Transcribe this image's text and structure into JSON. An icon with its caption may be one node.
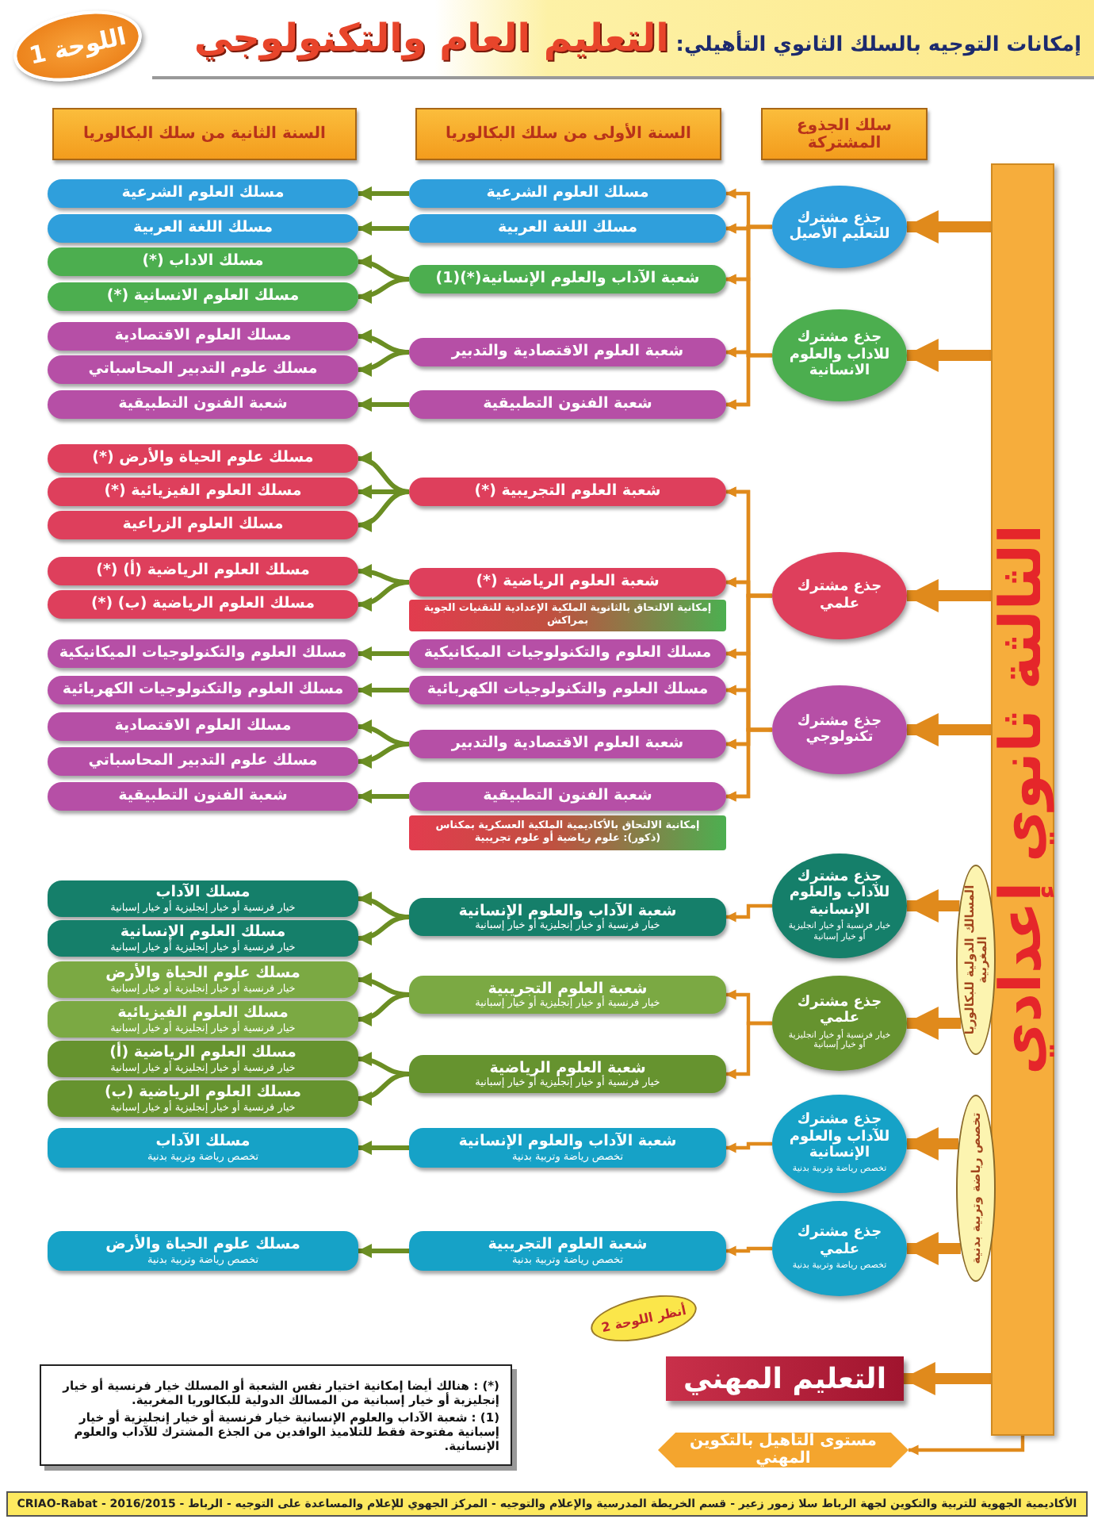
{
  "diagram": {
    "title": "إمكانات التوجيه بالسلك الثانوي التأهيلي: **التعليم العام والتكنولوجي**",
    "nodes": [
      {
        "text": [
          "سلك الجذوع المشتركة"
        ]
      },
      {
        "text": [
          "السنة الأولى من سلك البكالوريا"
        ]
      },
      {
        "text": [
          "السنة الثانية من سلك البكالوريا"
        ]
      },
      {
        "text": [
          "اللوحة 1"
        ]
      },
      {
        "text": [
          "الثالثة ثانوي إعدادي"
        ]
      },
      {
        "text": [
          "جذع مشترك للتعليم الأصيل"
        ]
      },
      {
        "text": [
          "جذع مشترك للاداب والعلوم الانسانية"
        ]
      },
      {
        "text": [
          "جذع مشترك علمي"
        ]
      },
      {
        "text": [
          "جذع مشترك تكنولوجي"
        ]
      },
      {
        "text": [
          "جذع مشترك للآداب والعلوم الإنسانية",
          "خيار فرنسية أو خيار انجليزية أو خيار إسبانية"
        ]
      },
      {
        "text": [
          "جذع مشترك علمي",
          "خيار فرنسية أو خيار انجليزية أو خيار إسبانية"
        ]
      },
      {
        "text": [
          "جذع مشترك للآداب والعلوم الإنسانية",
          "تخصص رياضة وتربية بدنية"
        ]
      },
      {
        "text": [
          "جذع مشترك علمي",
          "تخصص رياضة وتربية بدنية"
        ]
      },
      {
        "text": [
          "المسالك الدولية للبكالوريا المغربية"
        ]
      },
      {
        "text": [
          "تخصص رياضة وتربية بدنية"
        ]
      },
      {
        "text": [
          "مسلك العلوم الشرعية"
        ]
      },
      {
        "text": [
          "مسلك العلوم الشرعية"
        ]
      },
      {
        "text": [
          "مسلك اللغة العربية"
        ]
      },
      {
        "text": [
          "مسلك اللغة العربية"
        ]
      },
      {
        "text": [
          "شعبة الآداب والعلوم الإنسانية(*)(1)"
        ]
      },
      {
        "text": [
          "مسلك الاداب (*)"
        ]
      },
      {
        "text": [
          "مسلك العلوم الانسانية (*)"
        ]
      },
      {
        "text": [
          "شعبة العلوم الاقتصادية والتدبير"
        ]
      },
      {
        "text": [
          "مسلك العلوم الاقتصادية"
        ]
      },
      {
        "text": [
          "مسلك علوم التدبير المحاسباتي"
        ]
      },
      {
        "text": [
          "شعبة الفنون التطبيقية"
        ]
      },
      {
        "text": [
          "شعبة الفنون التطبيقية"
        ]
      },
      {
        "text": [
          "شعبة العلوم التجريبية (*)"
        ]
      },
      {
        "text": [
          "مسلك علوم الحياة والأرض (*)"
        ]
      },
      {
        "text": [
          "مسلك العلوم الفيزيائية (*)"
        ]
      },
      {
        "text": [
          "مسلك العلوم الزراعية"
        ]
      },
      {
        "text": [
          "شعبة العلوم الرياضية (*)"
        ]
      },
      {
        "text": [
          "مسلك العلوم الرياضية (أ) (*)"
        ]
      },
      {
        "text": [
          "مسلك العلوم الرياضية (ب) (*)"
        ]
      },
      {
        "text": [
          "إمكانية الالتحاق بالثانوية الملكية الإعدادية للتقنيات الجوية بمراكش"
        ]
      },
      {
        "text": [
          "مسلك العلوم والتكنولوجيات الميكانيكية"
        ]
      },
      {
        "text": [
          "مسلك العلوم والتكنولوجيات الميكانيكية"
        ]
      },
      {
        "text": [
          "مسلك العلوم والتكنولوجيات الكهربائية"
        ]
      },
      {
        "text": [
          "مسلك العلوم والتكنولوجيات الكهربائية"
        ]
      },
      {
        "text": [
          "شعبة العلوم الاقتصادية والتدبير"
        ]
      },
      {
        "text": [
          "مسلك العلوم الاقتصادية"
        ]
      },
      {
        "text": [
          "مسلك علوم التدبير المحاسباتي"
        ]
      },
      {
        "text": [
          "شعبة الفنون التطبيقية"
        ]
      },
      {
        "text": [
          "شعبة الفنون التطبيقية"
        ]
      },
      {
        "text": [
          "إمكانية الالتحاق بالأكاديمية الملكية العسكرية بمكناس (ذكور): علوم رياضية أو علوم تجريبية"
        ]
      },
      {
        "text": [
          "شعبة الآداب والعلوم الإنسانية",
          "خيار فرنسية أو خيار إنجليزية أو خيار إسبانية"
        ]
      },
      {
        "text": [
          "مسلك الآداب",
          "خيار فرنسية أو خيار إنجليزية أو خيار إسبانية"
        ]
      },
      {
        "text": [
          "مسلك العلوم الإنسانية",
          "خيار فرنسية أو خيار إنجليزية أو خيار إسبانية"
        ]
      },
      {
        "text": [
          "شعبة العلوم التجريبية",
          "خيار فرنسية أو خيار إنجليزية أو خيار إسبانية"
        ]
      },
      {
        "text": [
          "مسلك علوم الحياة والأرض",
          "خيار فرنسية أو خيار إنجليزية أو خيار إسبانية"
        ]
      },
      {
        "text": [
          "مسلك العلوم الفيزيائية",
          "خيار فرنسية أو خيار إنجليزية أو خيار إسبانية"
        ]
      },
      {
        "text": [
          "شعبة العلوم الرياضية",
          "خيار فرنسية أو خيار إنجليزية أو خيار إسبانية"
        ]
      },
      {
        "text": [
          "مسلك العلوم الرياضية (أ)",
          "خيار فرنسية أو خيار إنجليزية أو خيار إسبانية"
        ]
      },
      {
        "text": [
          "مسلك العلوم الرياضية (ب)",
          "خيار فرنسية أو خيار إنجليزية أو خيار إسبانية"
        ]
      },
      {
        "text": [
          "شعبة الآداب والعلوم الإنسانية",
          "تخصص رياضة وتربية بدنية"
        ]
      },
      {
        "text": [
          "مسلك الآداب",
          "تخصص رياضة وتربية بدنية"
        ]
      },
      {
        "text": [
          "شعبة العلوم التجريبية",
          "تخصص رياضة وتربية بدنية"
        ]
      },
      {
        "text": [
          "مسلك علوم الحياة والأرض",
          "تخصص رياضة وتربية بدنية"
        ]
      },
      {
        "text": [
          "(*) : هنالك أيضا إمكانية اختيار نفس الشعبة أو المسلك خيار فرنسية أو خيار إنجليزية أو خيار إسبانية من المسالك الدولية للبكالوريا المغربية.",
          "(1) : شعبة الآداب والعلوم الإنسانية خيار فرنسية أو خيار إنجليزية أو خيار إسبانية مفتوحة فقط للتلاميذ الوافدين من الجذع المشترك للآداب والعلوم الإنسانية."
        ]
      },
      {
        "text": [
          "التعليم المهني"
        ]
      },
      {
        "text": [
          "أنظر اللوحة 2"
        ]
      },
      {
        "text": [
          "مستوى التأهيل بالتكوين المهني"
        ]
      },
      {
        "text": [
          "الأكاديمية الجهوية للتربية والتكوين لجهة الرباط سلا زمور زعير - قسم الخريطة المدرسية والإعلام والتوجيه - المركز الجهوي للإعلام والمساعدة على التوجيه - الرباط - CRIAO-Rabat - 2016/2015"
        ]
      }
    ],
    "edges": [
      {
        "from": 4,
        "to": 5,
        "arrow": "to",
        "style": "thick"
      },
      {
        "from": 4,
        "to": 6,
        "arrow": "to",
        "style": "thick"
      },
      {
        "from": 4,
        "to": 7,
        "arrow": "to",
        "style": "thick"
      },
      {
        "from": 4,
        "to": 8,
        "arrow": "to",
        "style": "thick"
      },
      {
        "from": 13,
        "to": 9,
        "arrow": "to",
        "style": "thick"
      },
      {
        "from": 13,
        "to": 10,
        "arrow": "to",
        "style": "thick"
      },
      {
        "from": 14,
        "to": 11,
        "arrow": "to",
        "style": "thick"
      },
      {
        "from": 14,
        "to": 12,
        "arrow": "to",
        "style": "thick"
      },
      {
        "from": 4,
        "to": 59,
        "arrow": "to",
        "style": "thick"
      },
      {
        "from": 4,
        "to": 61,
        "arrow": "to"
      },
      {
        "from": 5,
        "to": 15,
        "arrow": "to"
      },
      {
        "from": 5,
        "to": 17,
        "arrow": "to"
      },
      {
        "from": 5,
        "to": 19,
        "arrow": "to"
      },
      {
        "from": 5,
        "to": 22,
        "arrow": "to"
      },
      {
        "from": 5,
        "to": 25,
        "arrow": "to"
      },
      {
        "from": 6,
        "to": 17,
        "arrow": "to"
      },
      {
        "from": 6,
        "to": 19,
        "arrow": "to"
      },
      {
        "from": 6,
        "to": 22,
        "arrow": "to"
      },
      {
        "from": 6,
        "to": 25,
        "arrow": "to"
      },
      {
        "from": 7,
        "to": 27,
        "arrow": "to"
      },
      {
        "from": 7,
        "to": 31,
        "arrow": "to"
      },
      {
        "from": 7,
        "to": 35,
        "arrow": "to"
      },
      {
        "from": 7,
        "to": 37,
        "arrow": "to"
      },
      {
        "from": 7,
        "to": 39,
        "arrow": "to"
      },
      {
        "from": 7,
        "to": 42,
        "arrow": "to"
      },
      {
        "from": 8,
        "to": 27,
        "arrow": "to"
      },
      {
        "from": 8,
        "to": 31,
        "arrow": "to"
      },
      {
        "from": 8,
        "to": 35,
        "arrow": "to"
      },
      {
        "from": 8,
        "to": 37,
        "arrow": "to"
      },
      {
        "from": 8,
        "to": 39,
        "arrow": "to"
      },
      {
        "from": 8,
        "to": 42,
        "arrow": "to"
      },
      {
        "from": 9,
        "to": 45,
        "arrow": "to"
      },
      {
        "from": 10,
        "to": 48,
        "arrow": "to"
      },
      {
        "from": 10,
        "to": 51,
        "arrow": "to"
      },
      {
        "from": 11,
        "to": 54,
        "arrow": "to"
      },
      {
        "from": 12,
        "to": 56,
        "arrow": "to"
      },
      {
        "from": 15,
        "to": 16,
        "arrow": "to",
        "color": "#6b8e23"
      },
      {
        "from": 17,
        "to": 18,
        "arrow": "to",
        "color": "#6b8e23"
      },
      {
        "from": 19,
        "to": 20,
        "arrow": "to",
        "color": "#6b8e23"
      },
      {
        "from": 19,
        "to": 21,
        "arrow": "to",
        "color": "#6b8e23"
      },
      {
        "from": 22,
        "to": 23,
        "arrow": "to",
        "color": "#6b8e23"
      },
      {
        "from": 22,
        "to": 24,
        "arrow": "to",
        "color": "#6b8e23"
      },
      {
        "from": 25,
        "to": 26,
        "arrow": "to",
        "color": "#6b8e23"
      },
      {
        "from": 27,
        "to": 28,
        "arrow": "to",
        "color": "#6b8e23"
      },
      {
        "from": 27,
        "to": 29,
        "arrow": "to",
        "color": "#6b8e23"
      },
      {
        "from": 27,
        "to": 30,
        "arrow": "to",
        "color": "#6b8e23"
      },
      {
        "from": 31,
        "to": 32,
        "arrow": "to",
        "color": "#6b8e23"
      },
      {
        "from": 31,
        "to": 33,
        "arrow": "to",
        "color": "#6b8e23"
      },
      {
        "from": 35,
        "to": 36,
        "arrow": "to",
        "color": "#6b8e23"
      },
      {
        "from": 37,
        "to": 38,
        "arrow": "to",
        "color": "#6b8e23"
      },
      {
        "from": 39,
        "to": 40,
        "arrow": "to",
        "color": "#6b8e23"
      },
      {
        "from": 39,
        "to": 41,
        "arrow": "to",
        "color": "#6b8e23"
      },
      {
        "from": 42,
        "to": 43,
        "arrow": "to",
        "color": "#6b8e23"
      },
      {
        "from": 45,
        "to": 46,
        "arrow": "to",
        "color": "#6b8e23"
      },
      {
        "from": 45,
        "to": 47,
        "arrow": "to",
        "color": "#6b8e23"
      },
      {
        "from": 48,
        "to": 49,
        "arrow": "to",
        "color": "#6b8e23"
      },
      {
        "from": 48,
        "to": 50,
        "arrow": "to",
        "color": "#6b8e23"
      },
      {
        "from": 51,
        "to": 52,
        "arrow": "to",
        "color": "#6b8e23"
      },
      {
        "from": 51,
        "to": 53,
        "arrow": "to",
        "color": "#6b8e23"
      },
      {
        "from": 54,
        "to": 55,
        "arrow": "to",
        "color": "#6b8e23"
      },
      {
        "from": 56,
        "to": 57,
        "arrow": "to",
        "color": "#6b8e23"
      }
    ]
  }
}
